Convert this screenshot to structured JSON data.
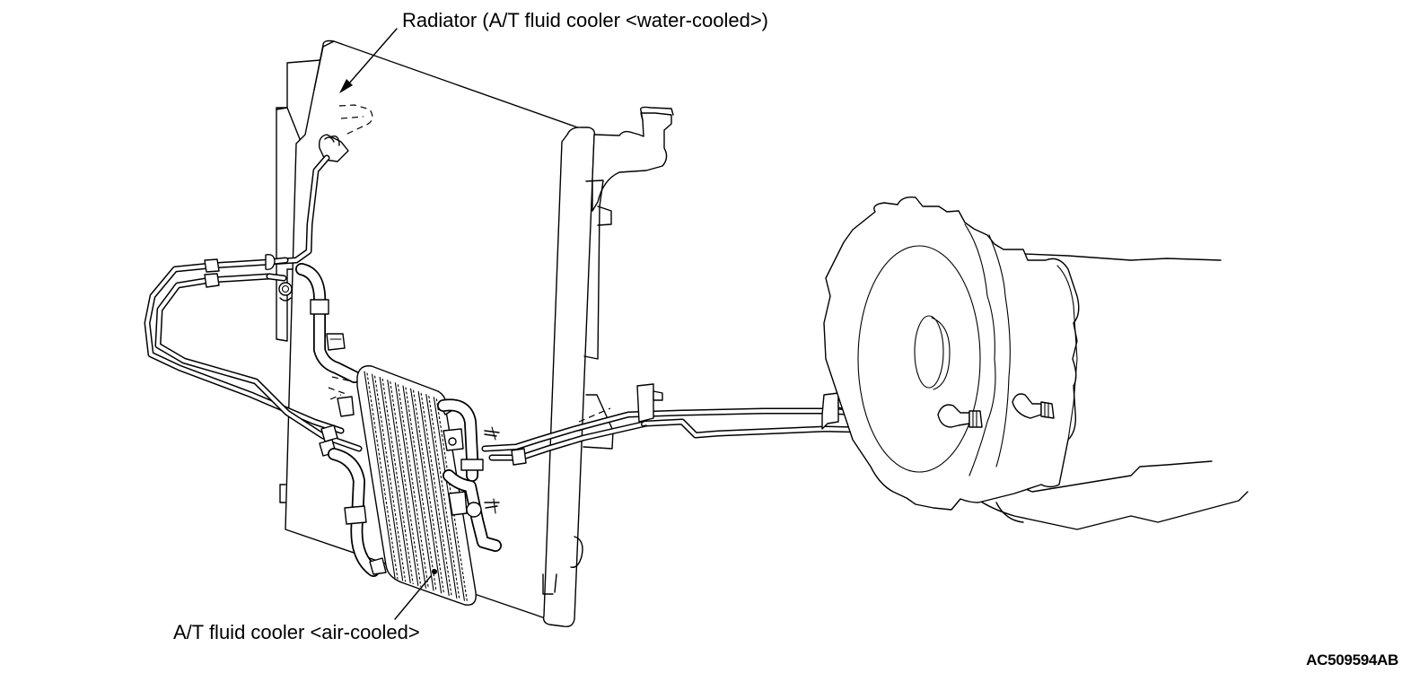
{
  "diagram": {
    "title": "A/T fluid cooler piping layout",
    "callouts": {
      "radiator": "Radiator (A/T fluid cooler <water-cooled>)",
      "air_cooler": "A/T fluid cooler <air-cooled>"
    },
    "figure_id": "AC509594AB",
    "components": [
      "radiator",
      "air-cooled fluid cooler",
      "cooler pipes",
      "hoses",
      "clamps",
      "transmission"
    ],
    "colors": {
      "line": "#000000",
      "background": "#ffffff"
    }
  }
}
